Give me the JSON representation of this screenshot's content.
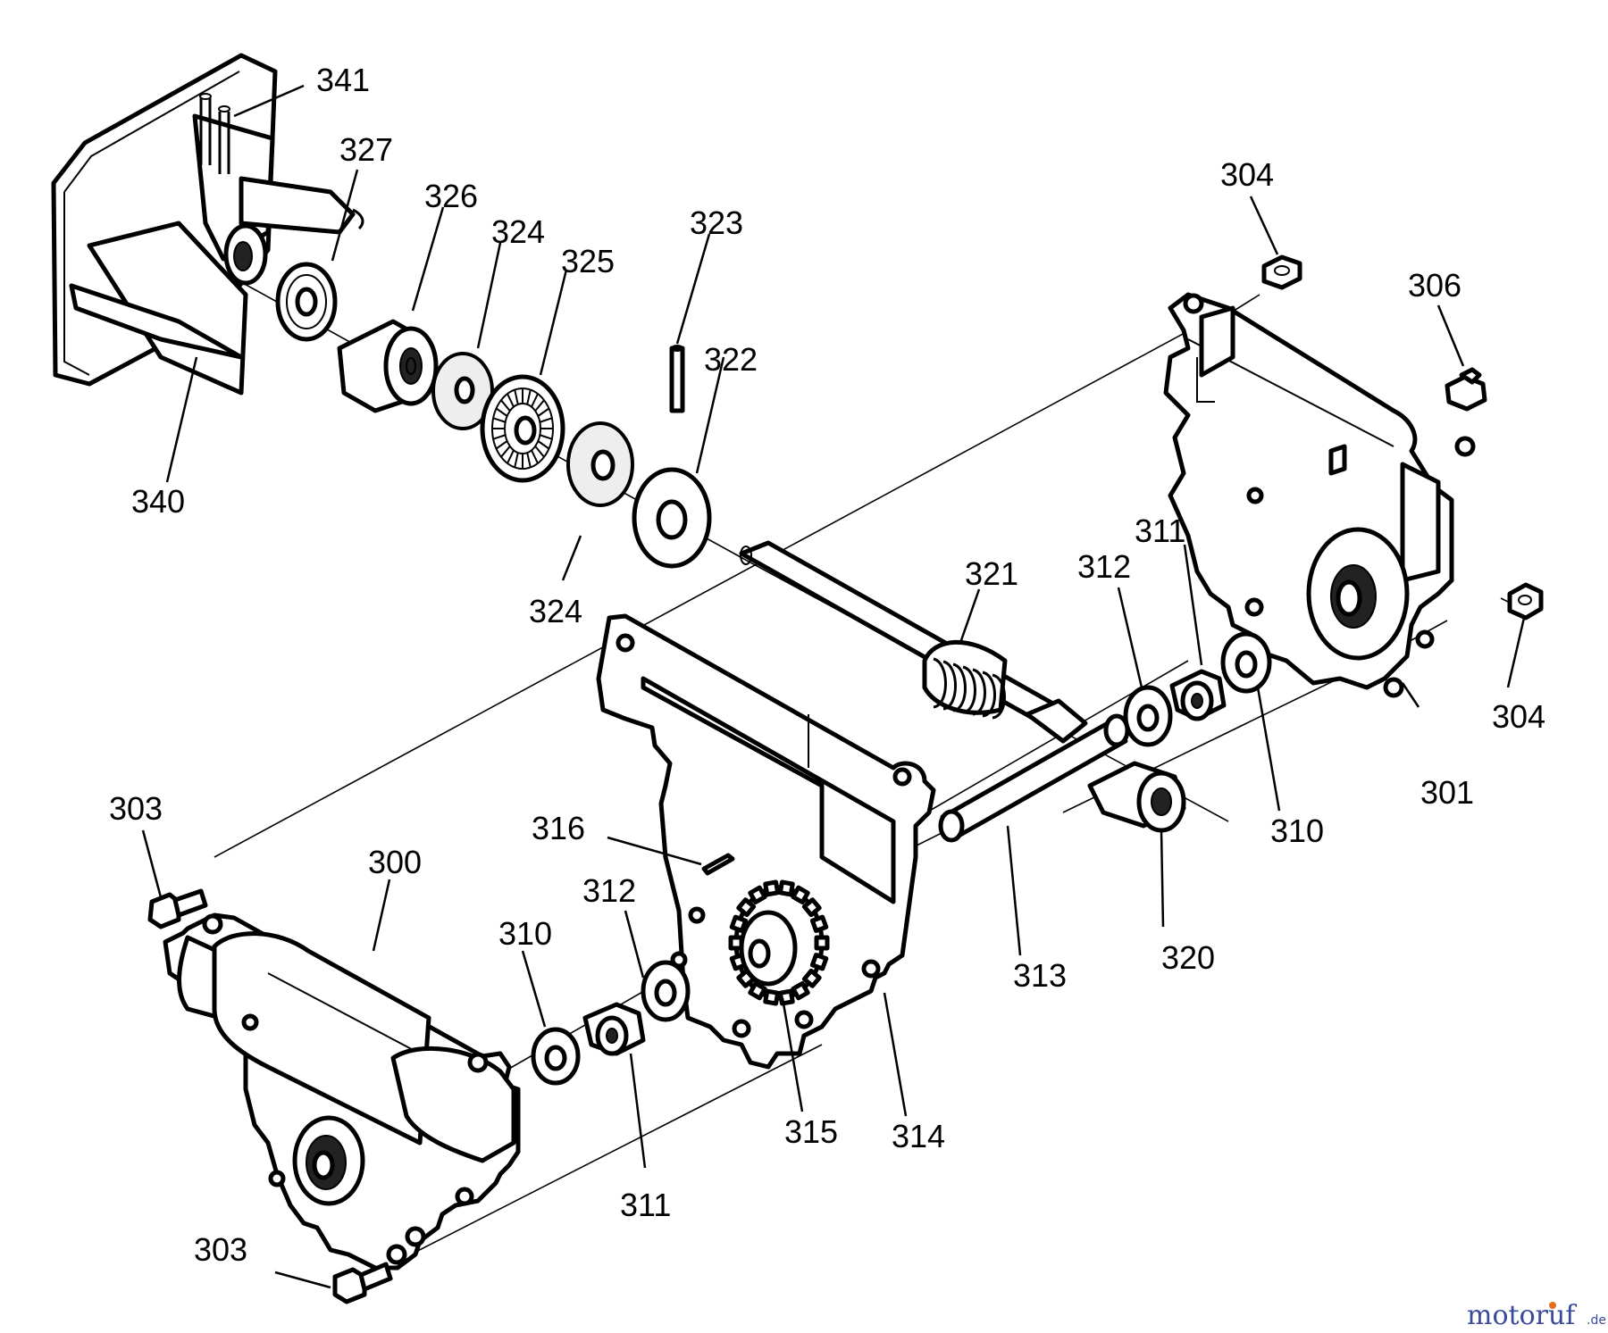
{
  "labels": {
    "l341": "341",
    "l327": "327",
    "l326": "326",
    "l324a": "324",
    "l325": "325",
    "l323": "323",
    "l322": "322",
    "l340": "340",
    "l324b": "324",
    "l304a": "304",
    "l306": "306",
    "l321": "321",
    "l312a": "312",
    "l311a": "311",
    "l304b": "304",
    "l301": "301",
    "l310a": "310",
    "l316": "316",
    "l303a": "303",
    "l300": "300",
    "l312b": "312",
    "l310b": "310",
    "l313": "313",
    "l320": "320",
    "l315": "315",
    "l314": "314",
    "l311b": "311",
    "l303b": "303"
  },
  "watermark": {
    "text": "motoruf",
    "suffix": ".de",
    "color_text": "#3a4a9a",
    "color_accent": "#e07020"
  }
}
